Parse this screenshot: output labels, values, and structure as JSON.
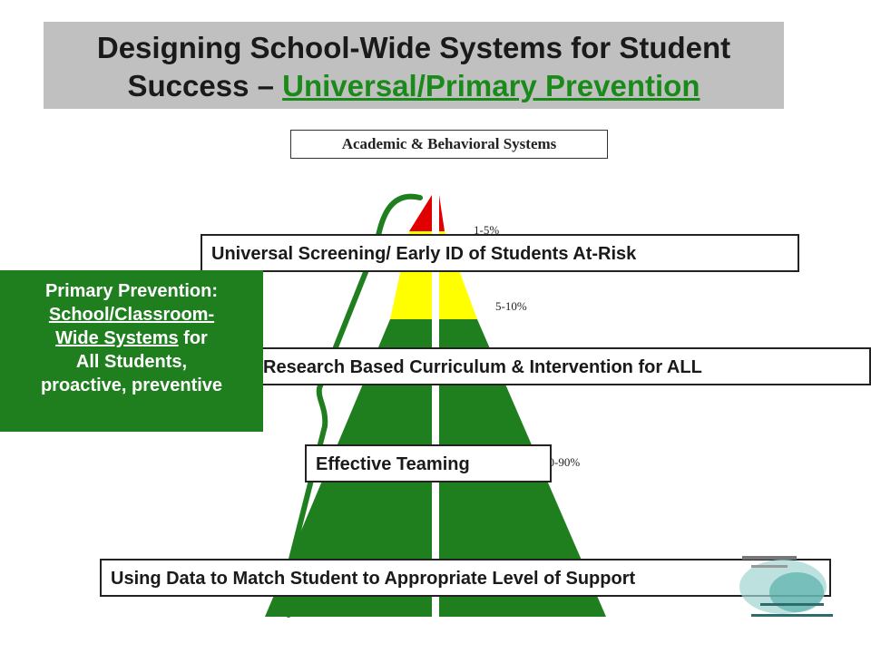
{
  "title": {
    "line1": "Designing School-Wide Systems for Student",
    "line2_prefix": "Success – ",
    "line2_link": "Universal/Primary Prevention"
  },
  "subtitle": "Academic & Behavioral Systems",
  "tiers": {
    "top_pct": "1-5%",
    "middle_pct": "5-10%",
    "bottom_pct": "80-90%"
  },
  "labels": {
    "screening": "Universal Screening/ Early ID of Students At-Risk",
    "curriculum": "Research Based Curriculum & Intervention for ALL",
    "teaming": "Effective Teaming",
    "data": "Using Data to Match Student to Appropriate Level of Support"
  },
  "primary_box": {
    "line1": "Primary Prevention:",
    "line2": "School/Classroom-",
    "line3_underlined": "Wide Systems",
    "line3_rest": " for",
    "line4": "All Students,",
    "line5": "proactive, preventive"
  },
  "colors": {
    "green": "#1f7f1f",
    "yellow": "#ffff00",
    "red": "#e00000",
    "title_gray": "#c0c0c0"
  }
}
